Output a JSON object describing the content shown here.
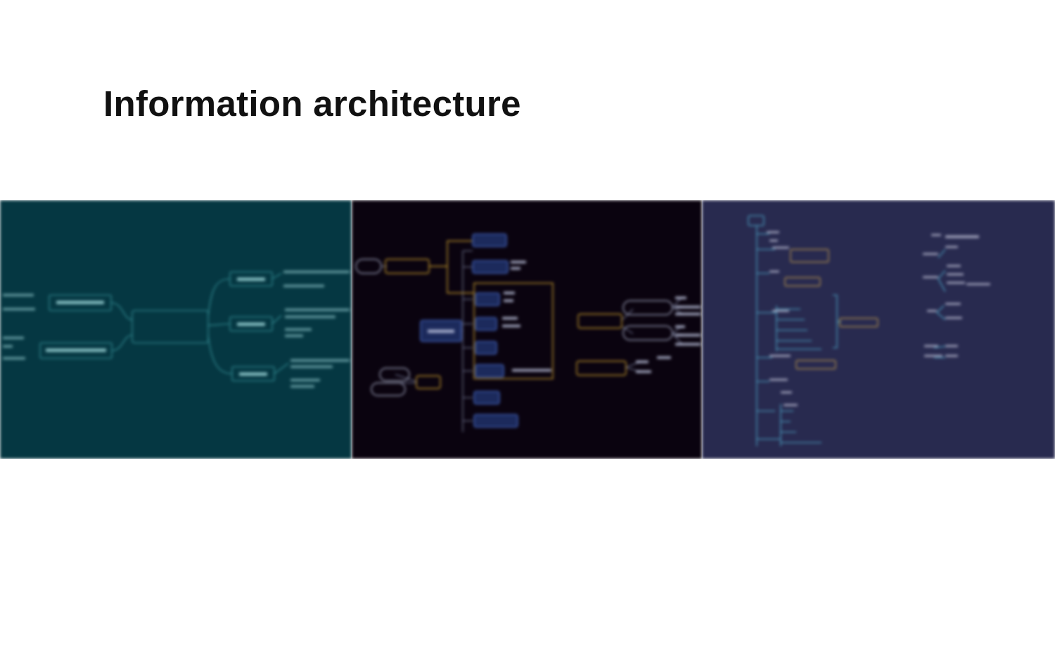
{
  "page": {
    "title": "Information architecture"
  },
  "panels": [
    {
      "id": "mindmap-teal",
      "background": "#053742"
    },
    {
      "id": "flow-dark",
      "background": "#0a030f"
    },
    {
      "id": "tree-navy",
      "background": "#282a4f"
    }
  ],
  "colors": {
    "teal_line": "#2c7f86",
    "teal_text": "#7fb7bb",
    "dark_node_fill": "#1c2a5c",
    "dark_node_stroke": "#3f5db0",
    "dark_accent": "#c59a2d",
    "navy_line": "#4ca3c4",
    "navy_text": "#d9d9ee"
  }
}
